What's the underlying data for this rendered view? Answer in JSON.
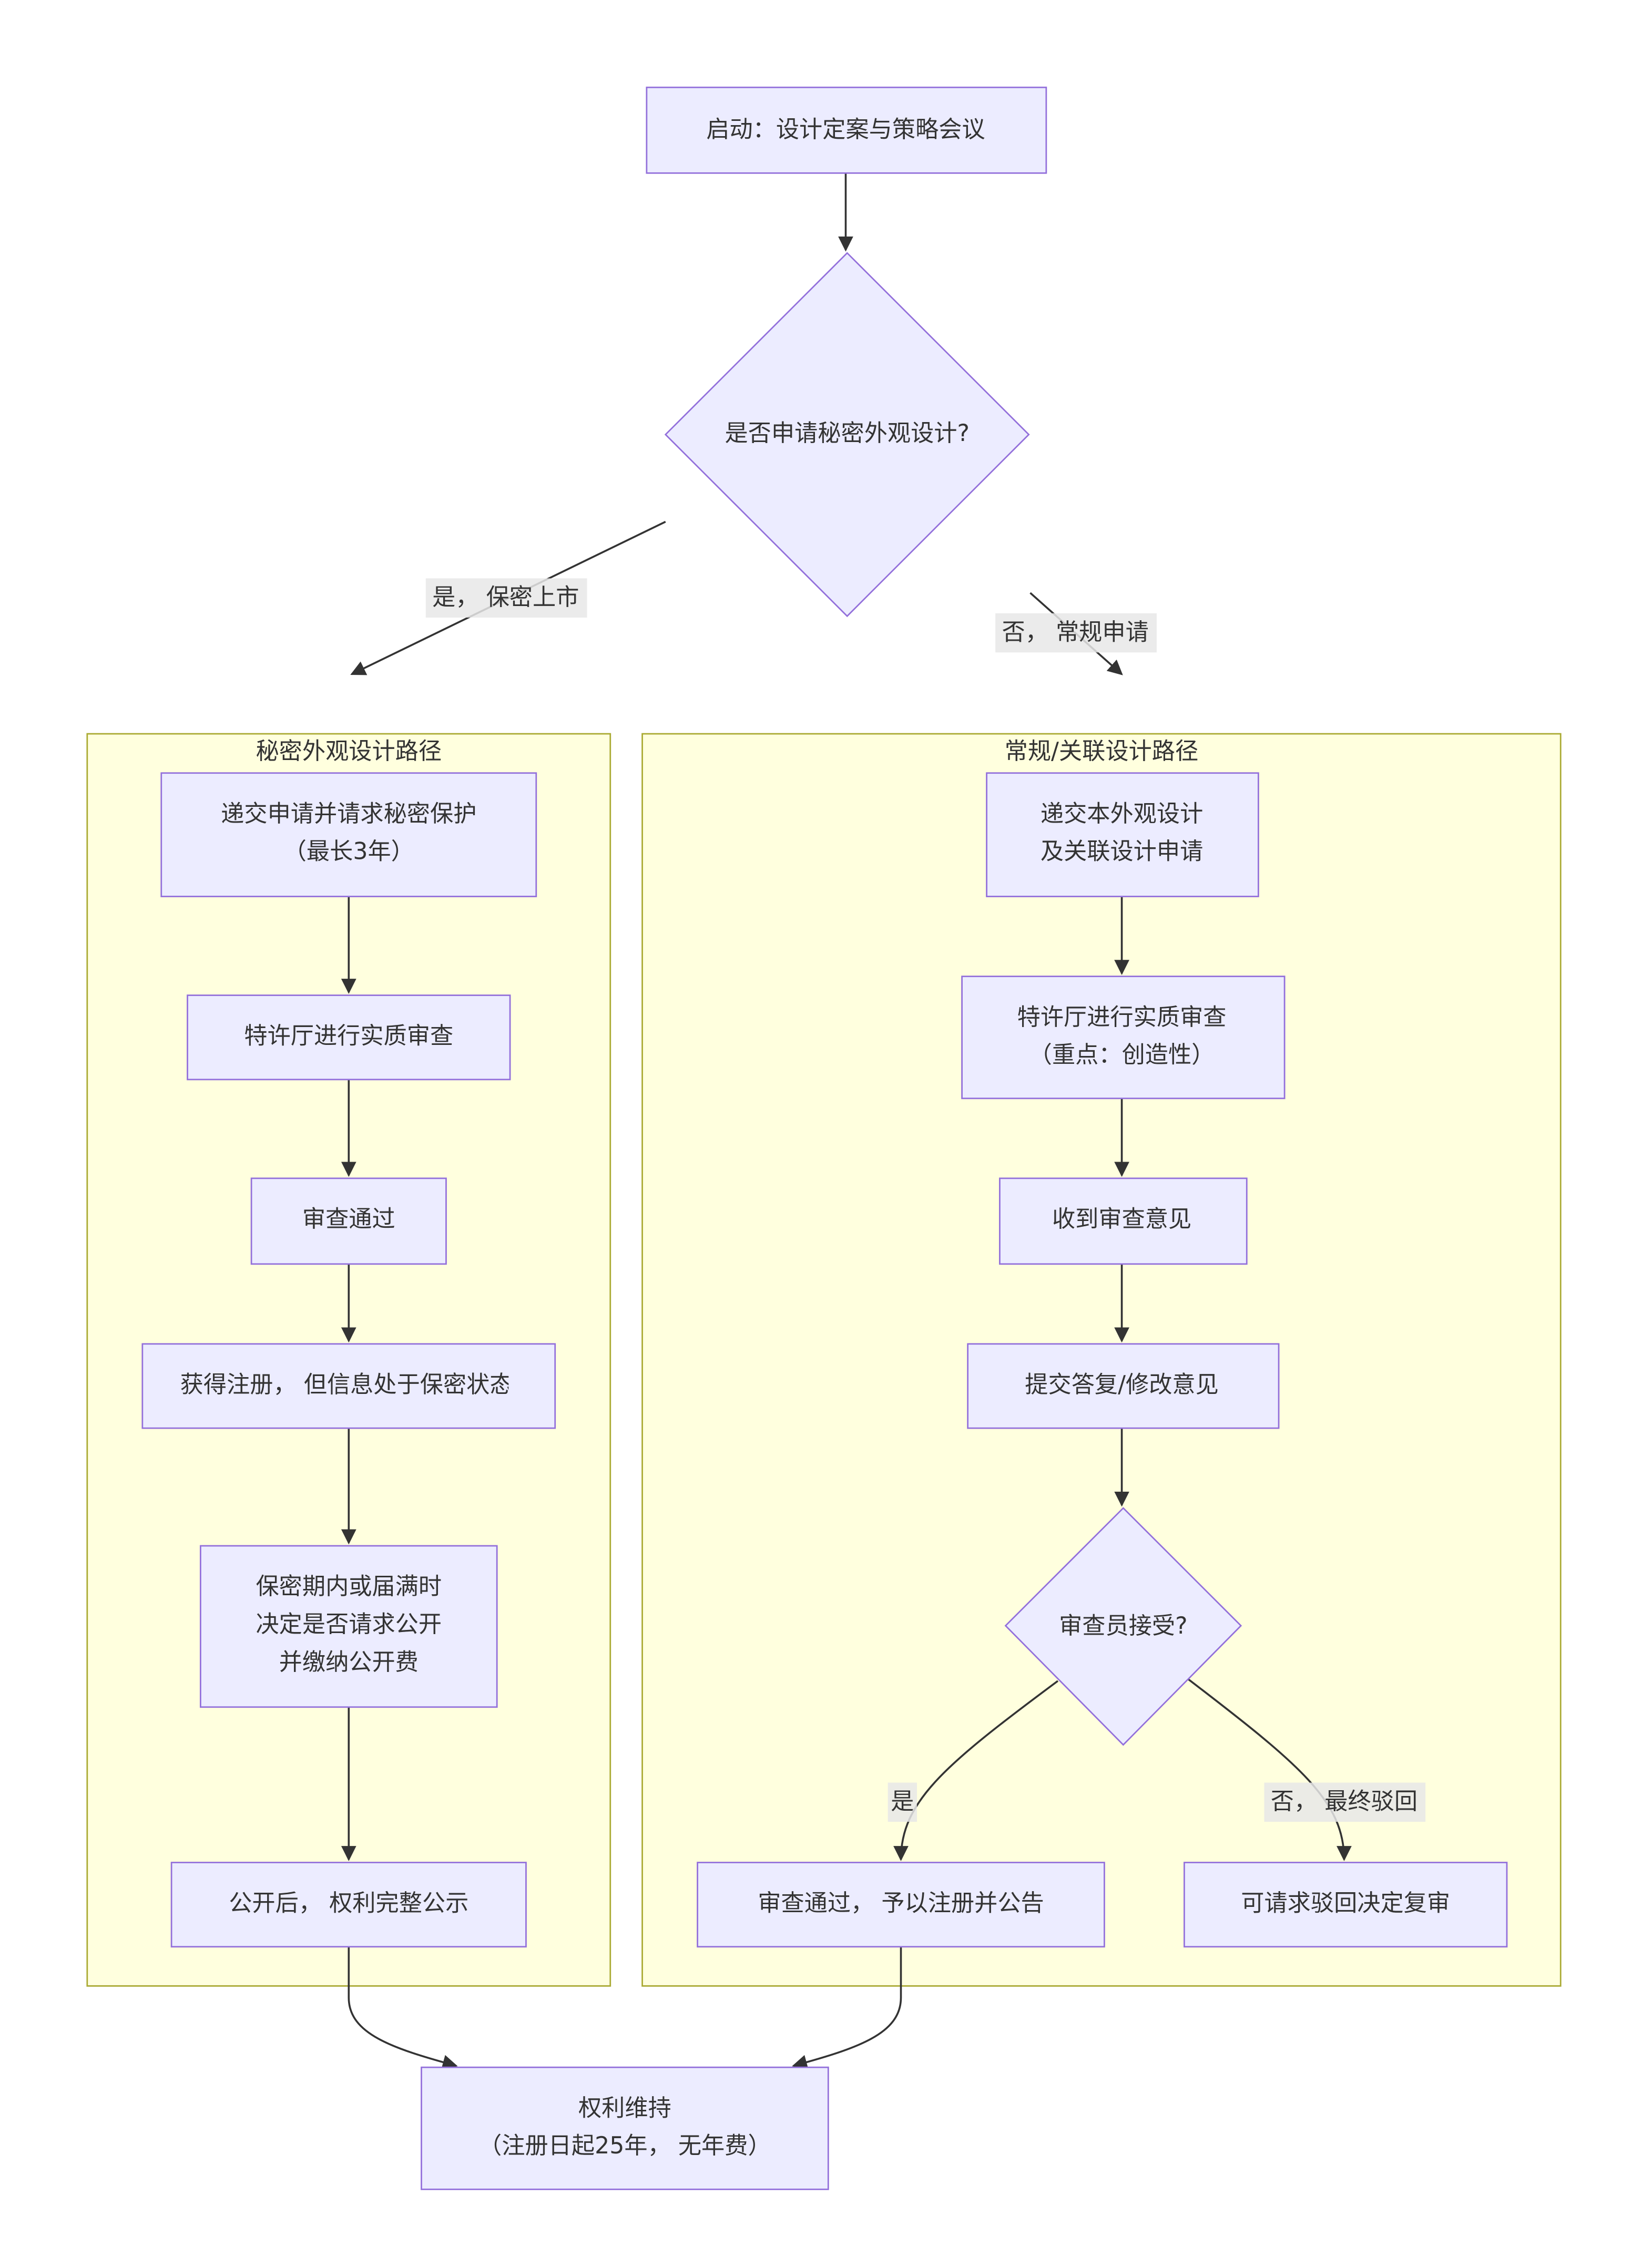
{
  "nodes": {
    "start": "启动：设计定案与策略会议",
    "decision": "是否申请秘密外观设计?",
    "l1": [
      "递交申请并请求秘密保护",
      "（最长3年）"
    ],
    "l2": "特许厅进行实质审查",
    "l3": "审查通过",
    "l4": "获得注册， 但信息处于保密状态",
    "l5": [
      "保密期内或届满时",
      "决定是否请求公开",
      "并缴纳公开费"
    ],
    "l6": "公开后， 权利完整公示",
    "r1": [
      "递交本外观设计",
      "及关联设计申请"
    ],
    "r2": [
      "特许厅进行实质审查",
      "（重点：创造性）"
    ],
    "r3": "收到审查意见",
    "r4": "提交答复/修改意见",
    "rdecision": "审查员接受?",
    "r5": "审查通过， 予以注册并公告",
    "r6": "可请求驳回决定复审",
    "final": [
      "权利维持",
      "（注册日起25年， 无年费）"
    ]
  },
  "clusters": {
    "left": "秘密外观设计路径",
    "right": "常规/关联设计路径"
  },
  "edge_labels": {
    "yes_secret": "是， 保密上市",
    "no_regular": "否， 常规申请",
    "yes": "是",
    "no_final": "否， 最终驳回"
  },
  "colors": {
    "node_fill": "#ECECFF",
    "node_stroke": "#9370DB",
    "cluster_fill": "#FFFFDE",
    "cluster_stroke": "#AAAA33"
  }
}
